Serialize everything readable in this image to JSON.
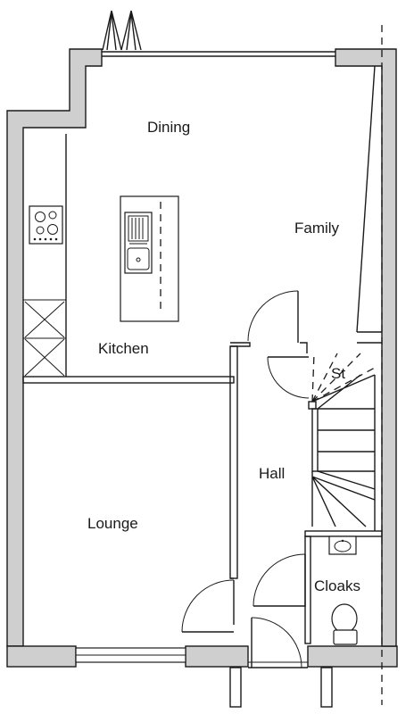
{
  "rooms": {
    "dining": "Dining",
    "family": "Family",
    "kitchen": "Kitchen",
    "lounge": "Lounge",
    "hall": "Hall",
    "cloaks": "Cloaks",
    "store": "St"
  },
  "colors": {
    "wall_fill": "#cfcfcf",
    "line": "#1a1a1a",
    "background": "#ffffff"
  }
}
